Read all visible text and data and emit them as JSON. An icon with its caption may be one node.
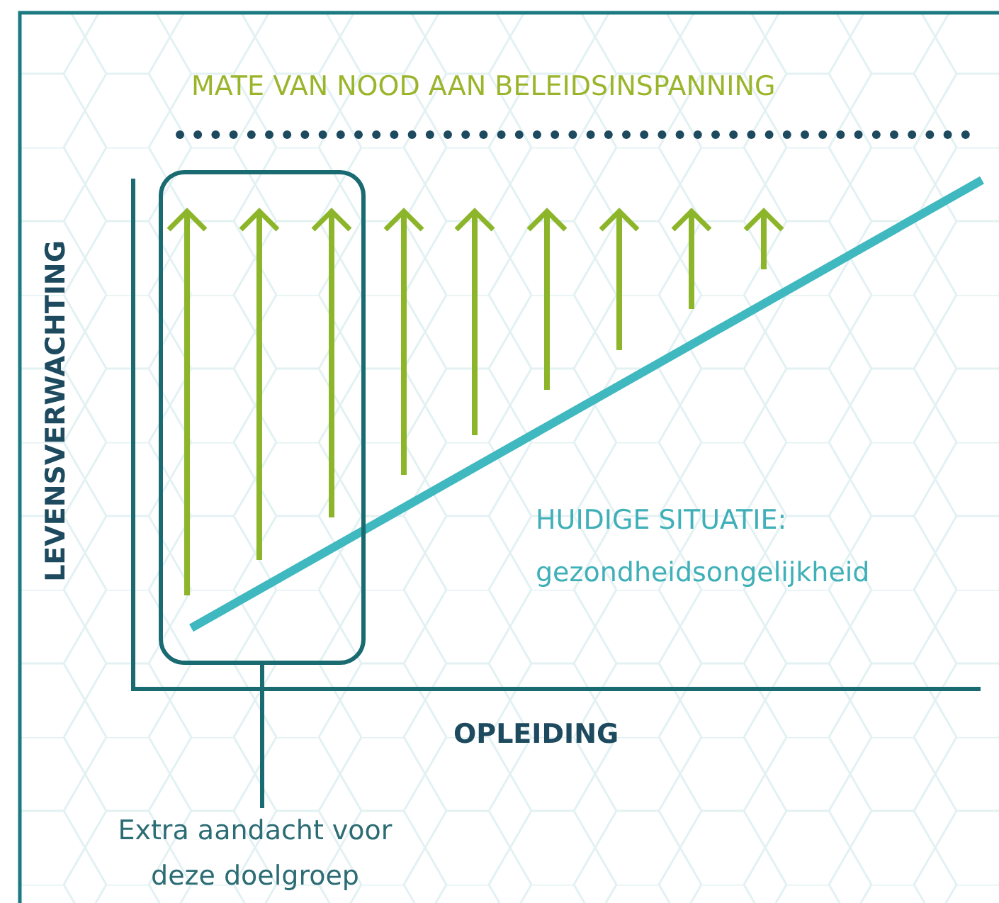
{
  "diagram": {
    "nodes": [
      {
        "text": [
          "Extra aandacht voor deze doelgroep"
        ]
      },
      {
        "text": [],
        "shape": "box"
      }
    ],
    "edges": [
      {
        "from": 0,
        "to": 1,
        "arrow": "none"
      }
    ],
    "labels": [
      "MATE VAN NOOD AAN BELEIDSINSPANNING",
      "LEVENSVERWACHTING",
      "HUIDIGE SITUATIE:",
      "gezondheidsongelijkheid",
      "OPLEIDING"
    ]
  }
}
